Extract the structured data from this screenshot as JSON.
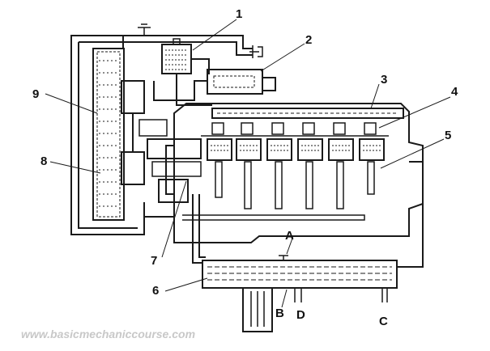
{
  "diagram": {
    "callouts": {
      "n1": "1",
      "n2": "2",
      "n3": "3",
      "n4": "4",
      "n5": "5",
      "n6": "6",
      "n7": "7",
      "n8": "8",
      "n9": "9",
      "a": "A",
      "b": "B",
      "c": "C",
      "d": "D"
    },
    "watermark": "www.basicmechaniccourse.com"
  }
}
